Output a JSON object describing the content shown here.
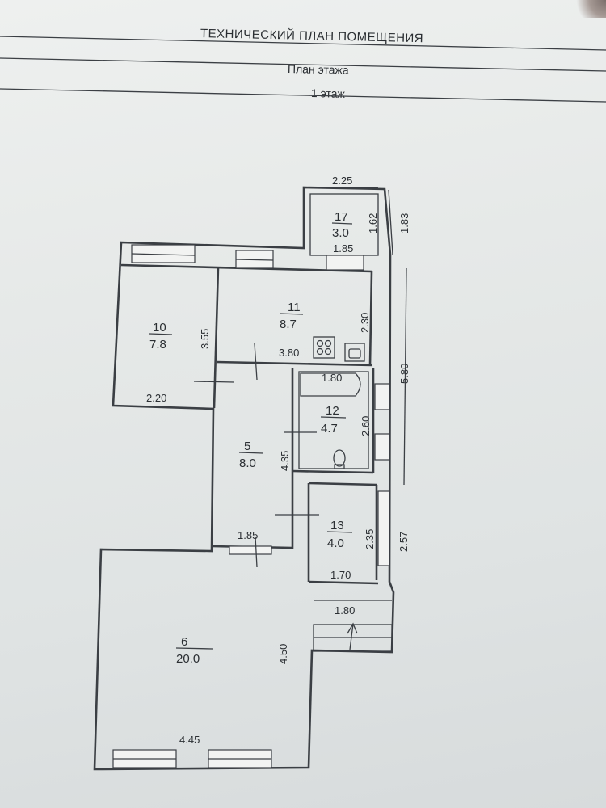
{
  "header": {
    "title": "ТЕХНИЧЕСКИЙ ПЛАН ПОМЕЩЕНИЯ",
    "subtitle": "План этажа",
    "floor": "1 этаж"
  },
  "rooms": [
    {
      "number": "17",
      "area": "3.0"
    },
    {
      "number": "11",
      "area": "8.7"
    },
    {
      "number": "10",
      "area": "7.8"
    },
    {
      "number": "12",
      "area": "4.7"
    },
    {
      "number": "5",
      "area": "8.0"
    },
    {
      "number": "13",
      "area": "4.0"
    },
    {
      "number": "6",
      "area": "20.0"
    }
  ],
  "dimensions": {
    "d_2_25": "2.25",
    "d_1_62": "1.62",
    "d_1_83": "1.83",
    "d_1_85_top": "1.85",
    "d_3_55": "3.55",
    "d_2_30": "2.30",
    "d_3_80": "3.80",
    "d_5_80": "5.80",
    "d_1_80_bath": "1.80",
    "d_2_20": "2.20",
    "d_2_60": "2.60",
    "d_4_35": "4.35",
    "d_2_35": "2.35",
    "d_2_57": "2.57",
    "d_1_85_mid": "1.85",
    "d_1_70": "1.70",
    "d_1_80_stair": "1.80",
    "d_4_50": "4.50",
    "d_4_45": "4.45"
  }
}
